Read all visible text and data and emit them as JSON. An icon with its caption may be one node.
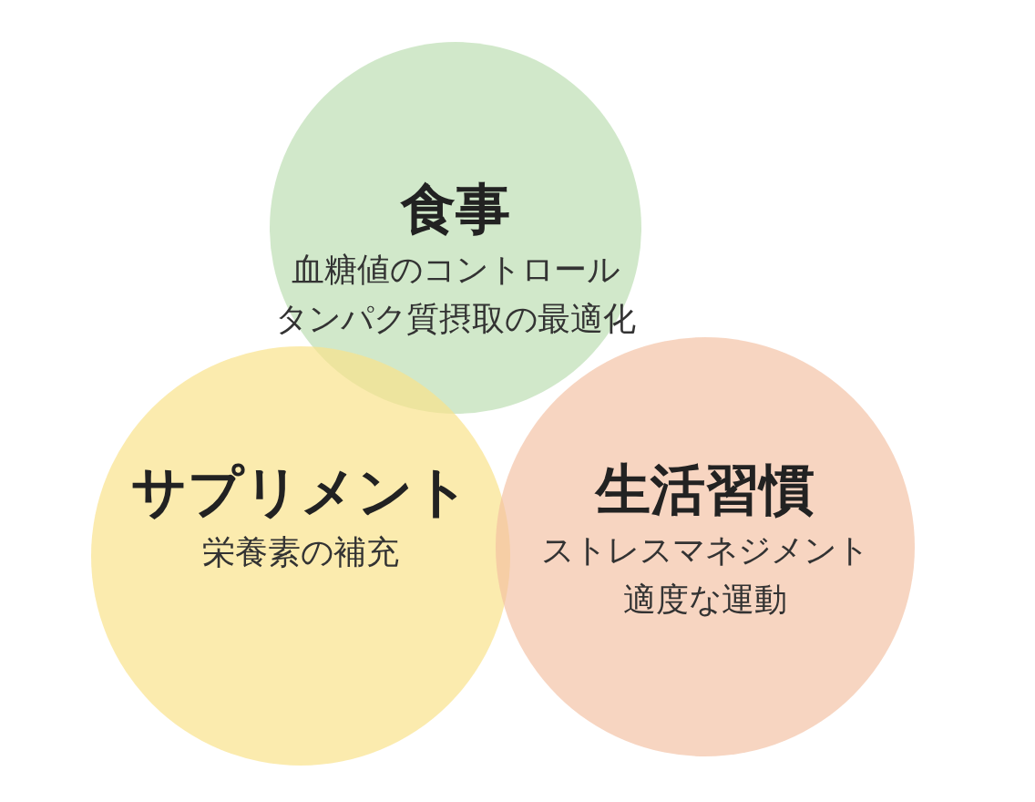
{
  "diagram": {
    "nodes": [
      {
        "text": [
          "食事",
          "血糖値のコントロール",
          "タンパク質摂取の最適化"
        ]
      },
      {
        "text": [
          "サプリメント",
          "栄養素の補充"
        ]
      },
      {
        "text": [
          "生活習慣",
          "ストレスマネジメント",
          "適度な運動"
        ]
      }
    ]
  }
}
